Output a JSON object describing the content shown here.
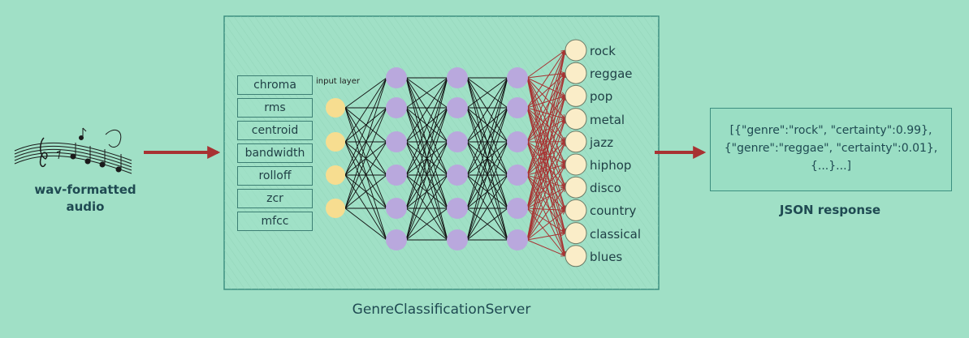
{
  "audio": {
    "caption": "wav-formatted audio"
  },
  "server": {
    "caption": "GenreClassificationServer",
    "input_layer_label": "input layer",
    "features": [
      "chroma",
      "rms",
      "centroid",
      "bandwidth",
      "rolloff",
      "zcr",
      "mfcc"
    ],
    "genres": [
      "rock",
      "reggae",
      "pop",
      "metal",
      "jazz",
      "hiphop",
      "disco",
      "country",
      "classical",
      "blues"
    ]
  },
  "response": {
    "lines": [
      "[{\"genre\":\"rock\", \"certainty\":0.99},",
      "{\"genre\":\"reggae\", \"certainty\":0.01},",
      "{...}...]"
    ],
    "caption": "JSON response"
  },
  "colors": {
    "background": "#a0e0c6",
    "arrow": "#a83232",
    "input_node": "#f7dd90",
    "hidden_node": "#b9a8dd",
    "output_node": "#faedc8",
    "border": "#3d8f80",
    "text": "#1f4a52"
  },
  "icons": {
    "audio": "music-staff-notes-icon"
  }
}
